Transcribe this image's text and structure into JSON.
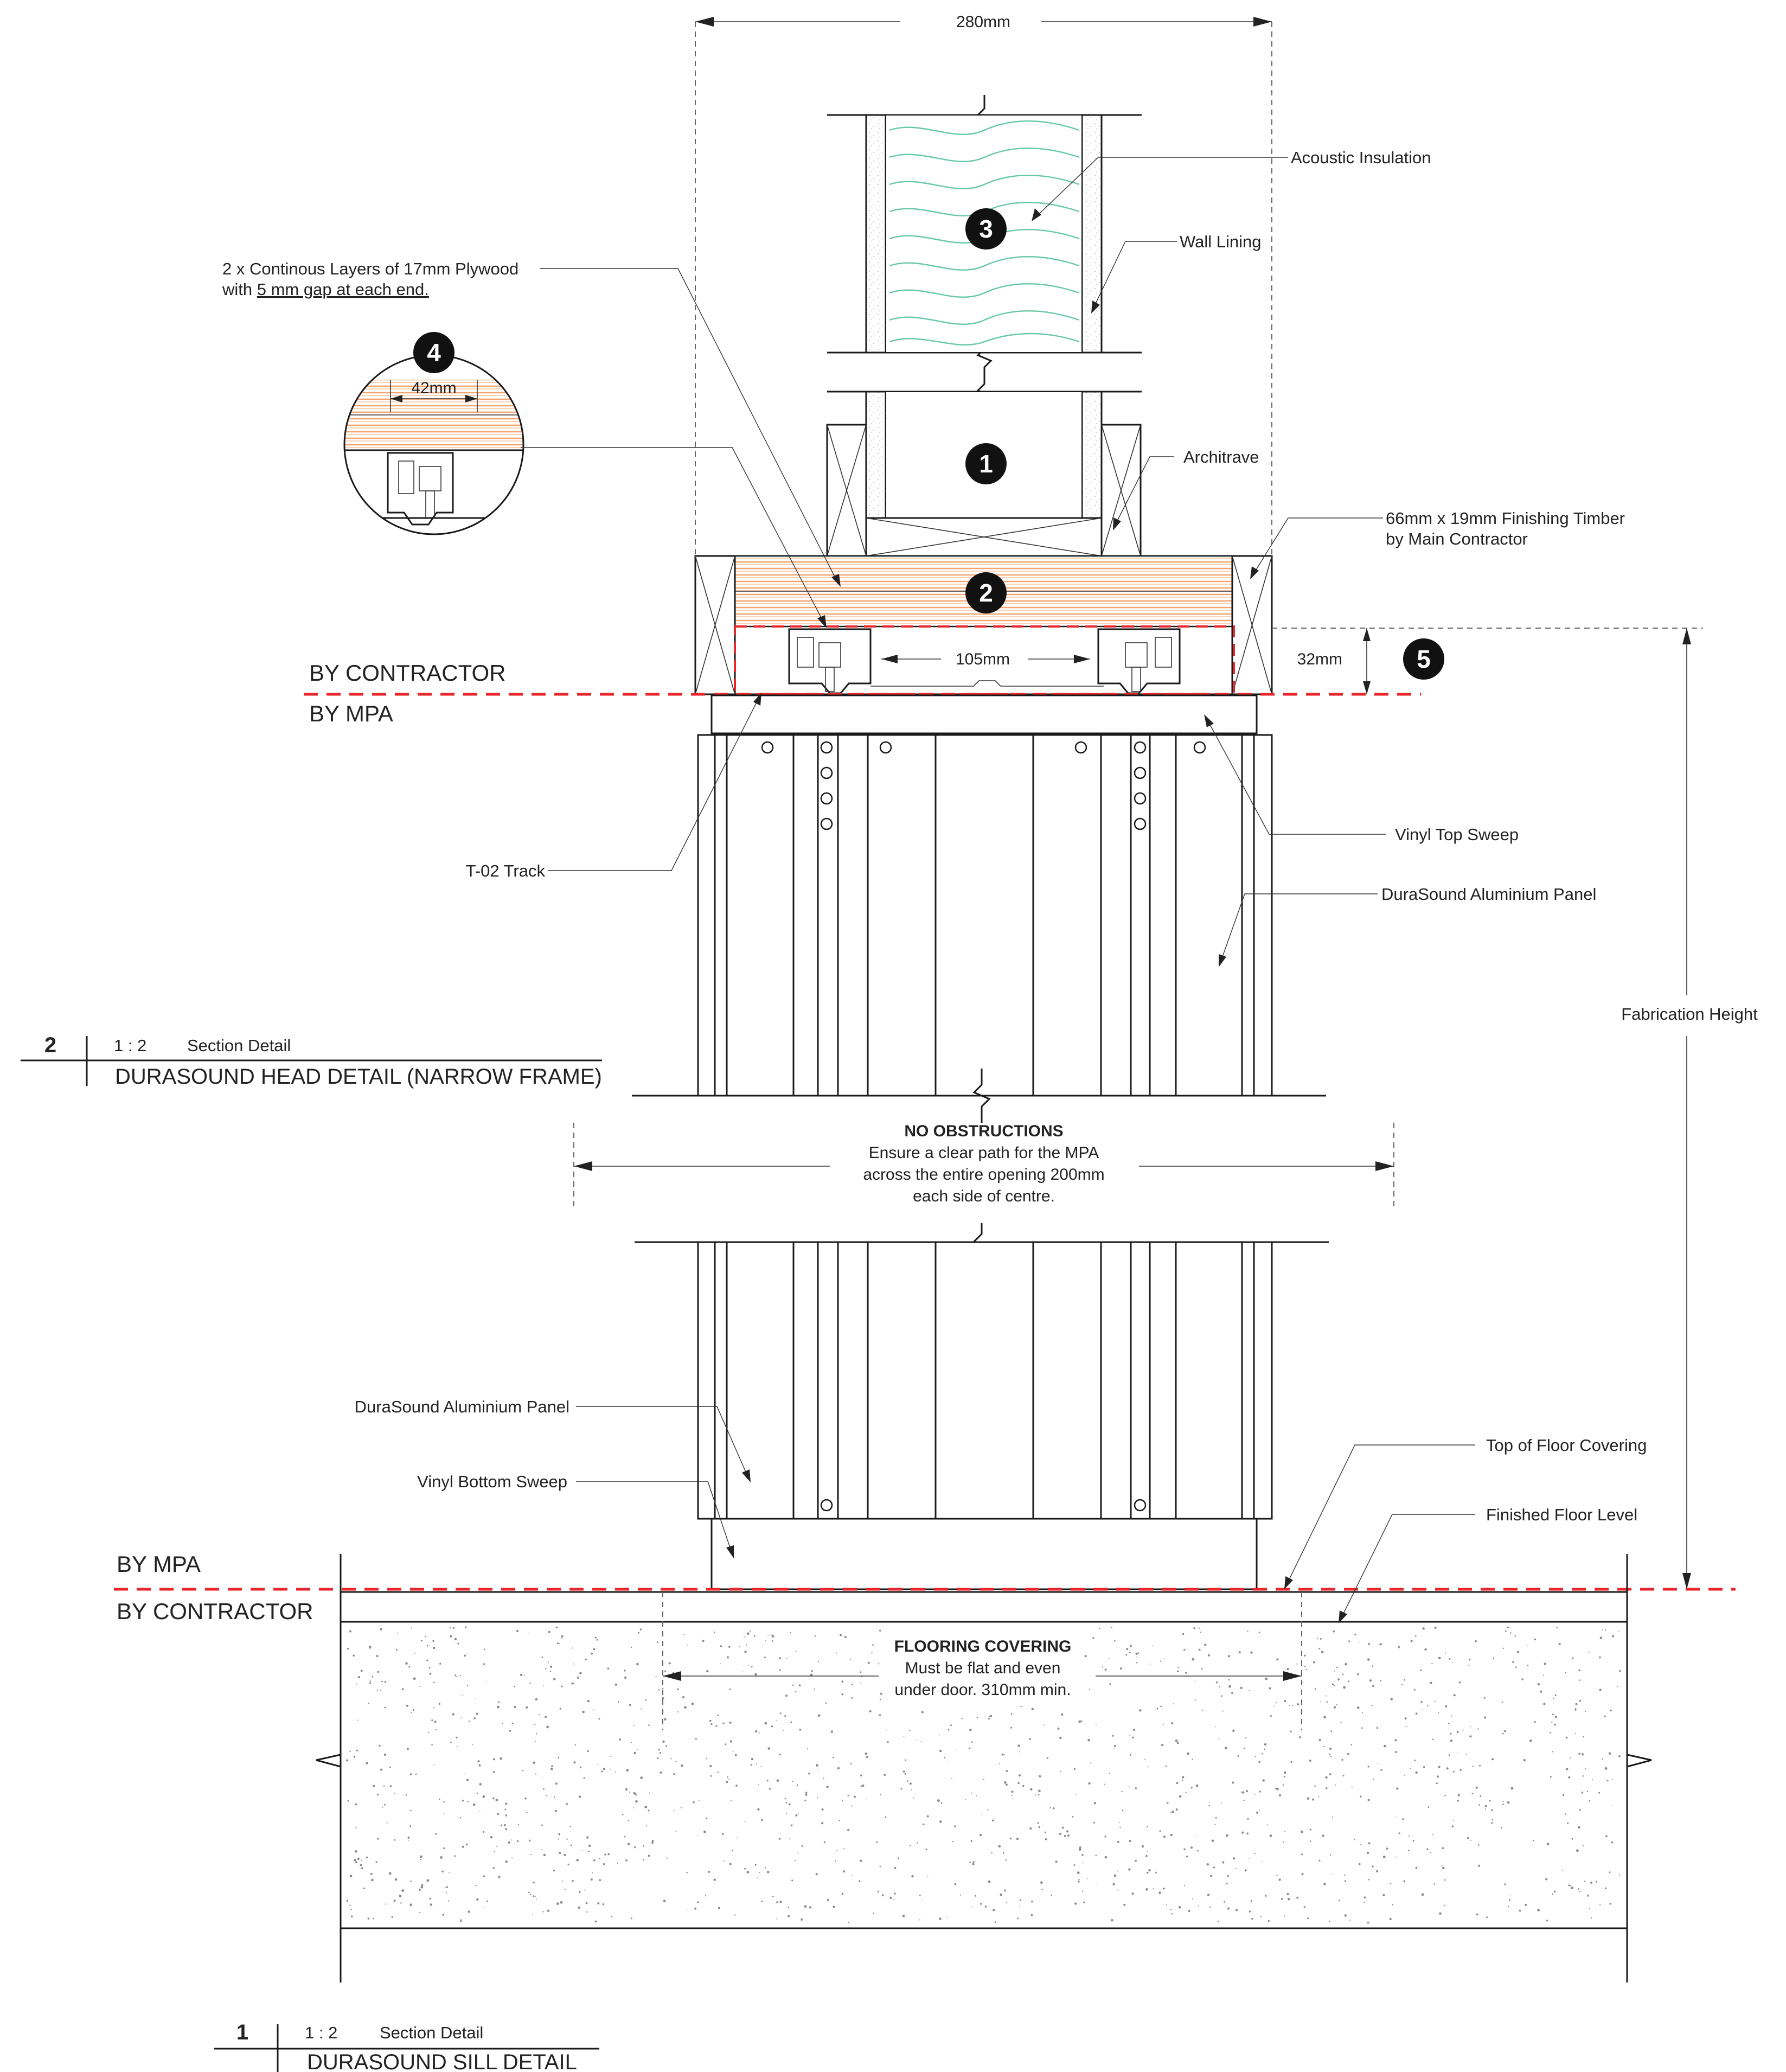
{
  "colors": {
    "line": "#1a1a1a",
    "contractor_boundary": "#e8262b",
    "plywood": "#f5a46e",
    "insulation": "#66c9a3",
    "concrete_speckle": "#8a8a8a",
    "marker_fill": "#111111"
  },
  "dimensions": {
    "overall_width": "280mm",
    "track_spacing": "105mm",
    "gap_height": "32mm",
    "detail_width": "42mm",
    "fabrication_height": "Fabrication Height"
  },
  "markers": [
    "1",
    "2",
    "3",
    "4",
    "5"
  ],
  "labels": {
    "acoustic_insulation": "Acoustic Insulation",
    "wall_lining": "Wall Lining",
    "plywood_line1": "2 x Continous Layers of 17mm Plywood",
    "plywood_line2_prefix": "with ",
    "plywood_line2_underlined": "5 mm gap at each end.",
    "architrave": "Architrave",
    "finishing_timber_line1": "66mm x 19mm Finishing Timber",
    "finishing_timber_line2": "by Main Contractor",
    "t02_track": "T-02 Track",
    "vinyl_top_sweep": "Vinyl Top Sweep",
    "panel_top": "DuraSound Aluminium Panel",
    "panel_bottom": "DuraSound Aluminium Panel",
    "vinyl_bottom_sweep": "Vinyl Bottom Sweep",
    "top_of_floor_covering": "Top of Floor Covering",
    "finished_floor_level": "Finished Floor Level"
  },
  "boundaries": {
    "head_upper": "BY CONTRACTOR",
    "head_lower": "BY MPA",
    "sill_upper": "BY MPA",
    "sill_lower": "BY CONTRACTOR"
  },
  "no_obstructions": {
    "title": "NO OBSTRUCTIONS",
    "line1": "Ensure a clear path for the MPA",
    "line2": "across the entire opening 200mm",
    "line3": "each side of centre."
  },
  "flooring": {
    "title": "FLOORING COVERING",
    "line1": "Must be flat and even",
    "line2": "under door. 310mm min."
  },
  "title_blocks": [
    {
      "number": "2",
      "scale": "1 : 2",
      "type": "Section Detail",
      "name": "DURASOUND HEAD DETAIL (NARROW FRAME)"
    },
    {
      "number": "1",
      "scale": "1 : 2",
      "type": "Section Detail",
      "name": "DURASOUND SILL DETAIL"
    }
  ]
}
